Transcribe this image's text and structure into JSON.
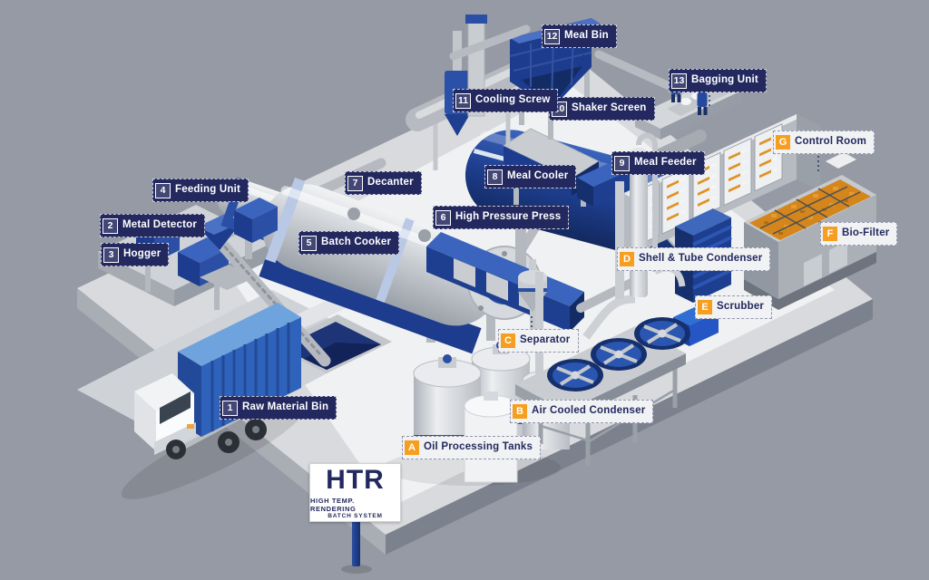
{
  "palette": {
    "background": "#969aa4",
    "floor_white": "#f0f1f3",
    "floor_gray": "#d8dadd",
    "side_light": "#a9adb4",
    "side_dark": "#7c828d",
    "label_navy": "#23295f",
    "label_light": "#f1f2f3",
    "label_orange": "#f59e1f",
    "machine_navy": "#1e3f90",
    "machine_blue": "#2a55b0",
    "steel": "#c9cdd2",
    "chips_orange": "#d4861c"
  },
  "sign": {
    "title": "HTR",
    "line1": "HIGH TEMP. RENDERING",
    "line2": "BATCH SYSTEM"
  },
  "numbered_labels": [
    {
      "id": "1",
      "text": "Raw Material Bin"
    },
    {
      "id": "2",
      "text": "Metal Detector"
    },
    {
      "id": "3",
      "text": "Hogger"
    },
    {
      "id": "4",
      "text": "Feeding Unit"
    },
    {
      "id": "5",
      "text": "Batch Cooker"
    },
    {
      "id": "6",
      "text": "High Pressure Press"
    },
    {
      "id": "7",
      "text": "Decanter"
    },
    {
      "id": "8",
      "text": "Meal Cooler"
    },
    {
      "id": "9",
      "text": "Meal Feeder"
    },
    {
      "id": "10",
      "text": "Shaker Screen"
    },
    {
      "id": "11",
      "text": "Cooling Screw"
    },
    {
      "id": "12",
      "text": "Meal Bin"
    },
    {
      "id": "13",
      "text": "Bagging Unit"
    }
  ],
  "lettered_labels": [
    {
      "id": "A",
      "text": "Oil Processing Tanks"
    },
    {
      "id": "B",
      "text": "Air Cooled Condenser"
    },
    {
      "id": "C",
      "text": "Separator"
    },
    {
      "id": "D",
      "text": "Shell & Tube Condenser"
    },
    {
      "id": "E",
      "text": "Scrubber"
    },
    {
      "id": "F",
      "text": "Bio-Filter"
    },
    {
      "id": "G",
      "text": "Control Room"
    }
  ]
}
